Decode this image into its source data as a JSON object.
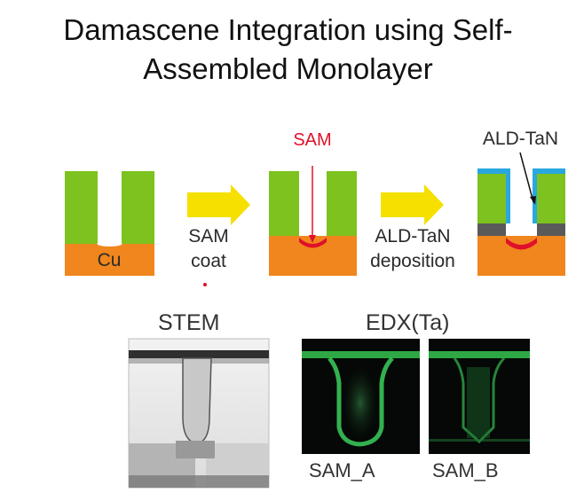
{
  "title": {
    "line1": "Damascene Integration using Self-",
    "line2": "Assembled Monolayer"
  },
  "steps": {
    "substrate_label": "Cu",
    "arrow1": {
      "line1": "SAM",
      "line2": "coat"
    },
    "sam_label": "SAM",
    "arrow2": {
      "line1": "ALD-TaN",
      "line2": "deposition"
    },
    "tan_label": "ALD-TaN"
  },
  "images": {
    "stem_caption": "STEM",
    "edx_caption": "EDX(Ta)",
    "sam_a": "SAM_A",
    "sam_b": "SAM_B"
  },
  "colors": {
    "dielectric": "#7dc21e",
    "copper": "#f0861d",
    "sam": "#e0102a",
    "tan": "#29a8e0",
    "arrow": "#f5e000",
    "liner": "#5a5a5a"
  }
}
